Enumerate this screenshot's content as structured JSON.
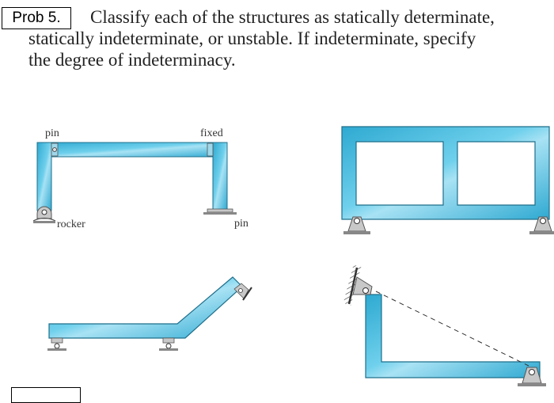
{
  "problem": {
    "label": "Prob 5.",
    "text_lines": [
      "Classify each of the structures as statically determinate,",
      "statically indeterminate, or unstable. If indeterminate, specify",
      "the degree of indeterminacy."
    ]
  },
  "figures": {
    "a": {
      "labels": {
        "pin_left": "pin",
        "fixed": "fixed",
        "rocker": "rocker",
        "pin_right": "pin"
      }
    }
  },
  "colors": {
    "member_fill": "#3fb8dc",
    "member_highlight": "#a8e2f4",
    "member_stroke": "#1f6f8b",
    "support_fill": "#c8c8c8",
    "support_stroke": "#555555",
    "hatch": "#333333"
  }
}
